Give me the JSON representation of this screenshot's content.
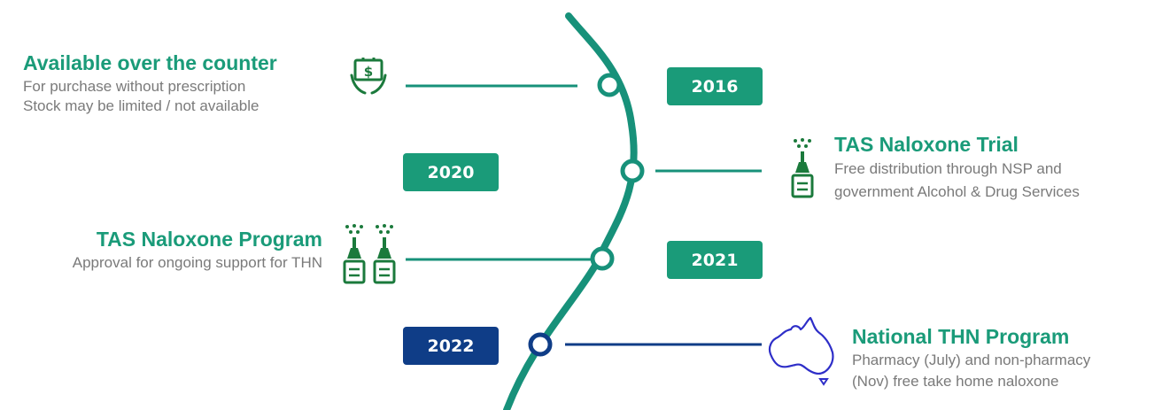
{
  "colors": {
    "green": "#1a9b79",
    "line": "#17917a",
    "blue": "#0f3d87",
    "text_gray": "#7a7a7a",
    "icon_green": "#1b7a3c",
    "australia_blue": "#2e2ec8"
  },
  "milestones": [
    {
      "year": "2016",
      "year_color": "#1a9b79",
      "title": "Available over the counter",
      "lines": [
        "For purchase without prescription",
        "Stock may be limited / not available"
      ],
      "icon": "money-hand-icon"
    },
    {
      "year": "2020",
      "year_color": "#1a9b79",
      "title": "TAS Naloxone Trial",
      "lines": [
        "Free distribution through NSP and",
        "government Alcohol & Drug Services"
      ],
      "icon": "nasal-spray-icon"
    },
    {
      "year": "2021",
      "year_color": "#1a9b79",
      "title": "TAS Naloxone Program",
      "lines": [
        "Approval for ongoing support for THN"
      ],
      "icon": "nasal-spray-pair-icon"
    },
    {
      "year": "2022",
      "year_color": "#0f3d87",
      "title": "National THN Program",
      "lines": [
        "Pharmacy (July) and non-pharmacy",
        "(Nov) free take home naloxone"
      ],
      "icon": "australia-map-icon"
    }
  ]
}
